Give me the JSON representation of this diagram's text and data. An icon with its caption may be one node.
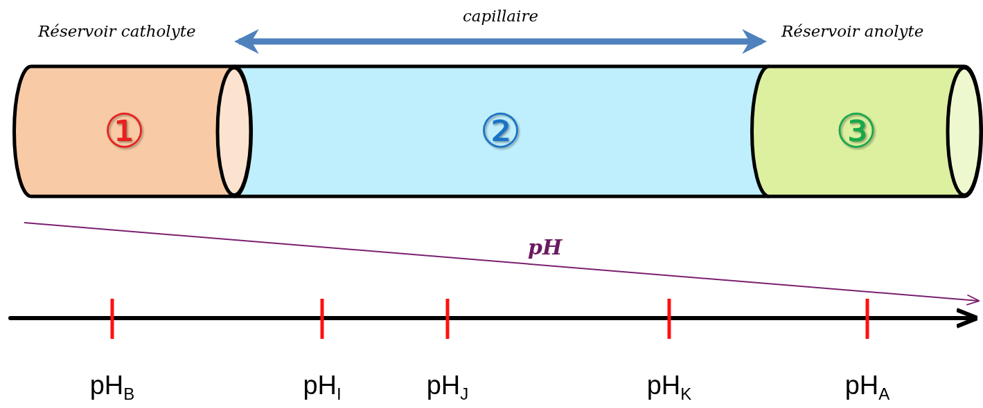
{
  "diagram": {
    "nodes": [
      {
        "text": [
          "①"
        ],
        "beside": [
          "Réservoir catholyte"
        ]
      },
      {
        "text": [
          "②"
        ]
      },
      {
        "text": [
          "③"
        ],
        "beside": [
          "Réservoir anolyte"
        ]
      }
    ],
    "edges": [
      {
        "from": 0,
        "to": 2,
        "arrow": "both",
        "label": "capillaire"
      }
    ],
    "labels": [
      "pH",
      "pH$_{B}$",
      "pH$_{I}$",
      "pH$_{J}$",
      "pH$_{K}$",
      "pH$_{A}$"
    ]
  }
}
